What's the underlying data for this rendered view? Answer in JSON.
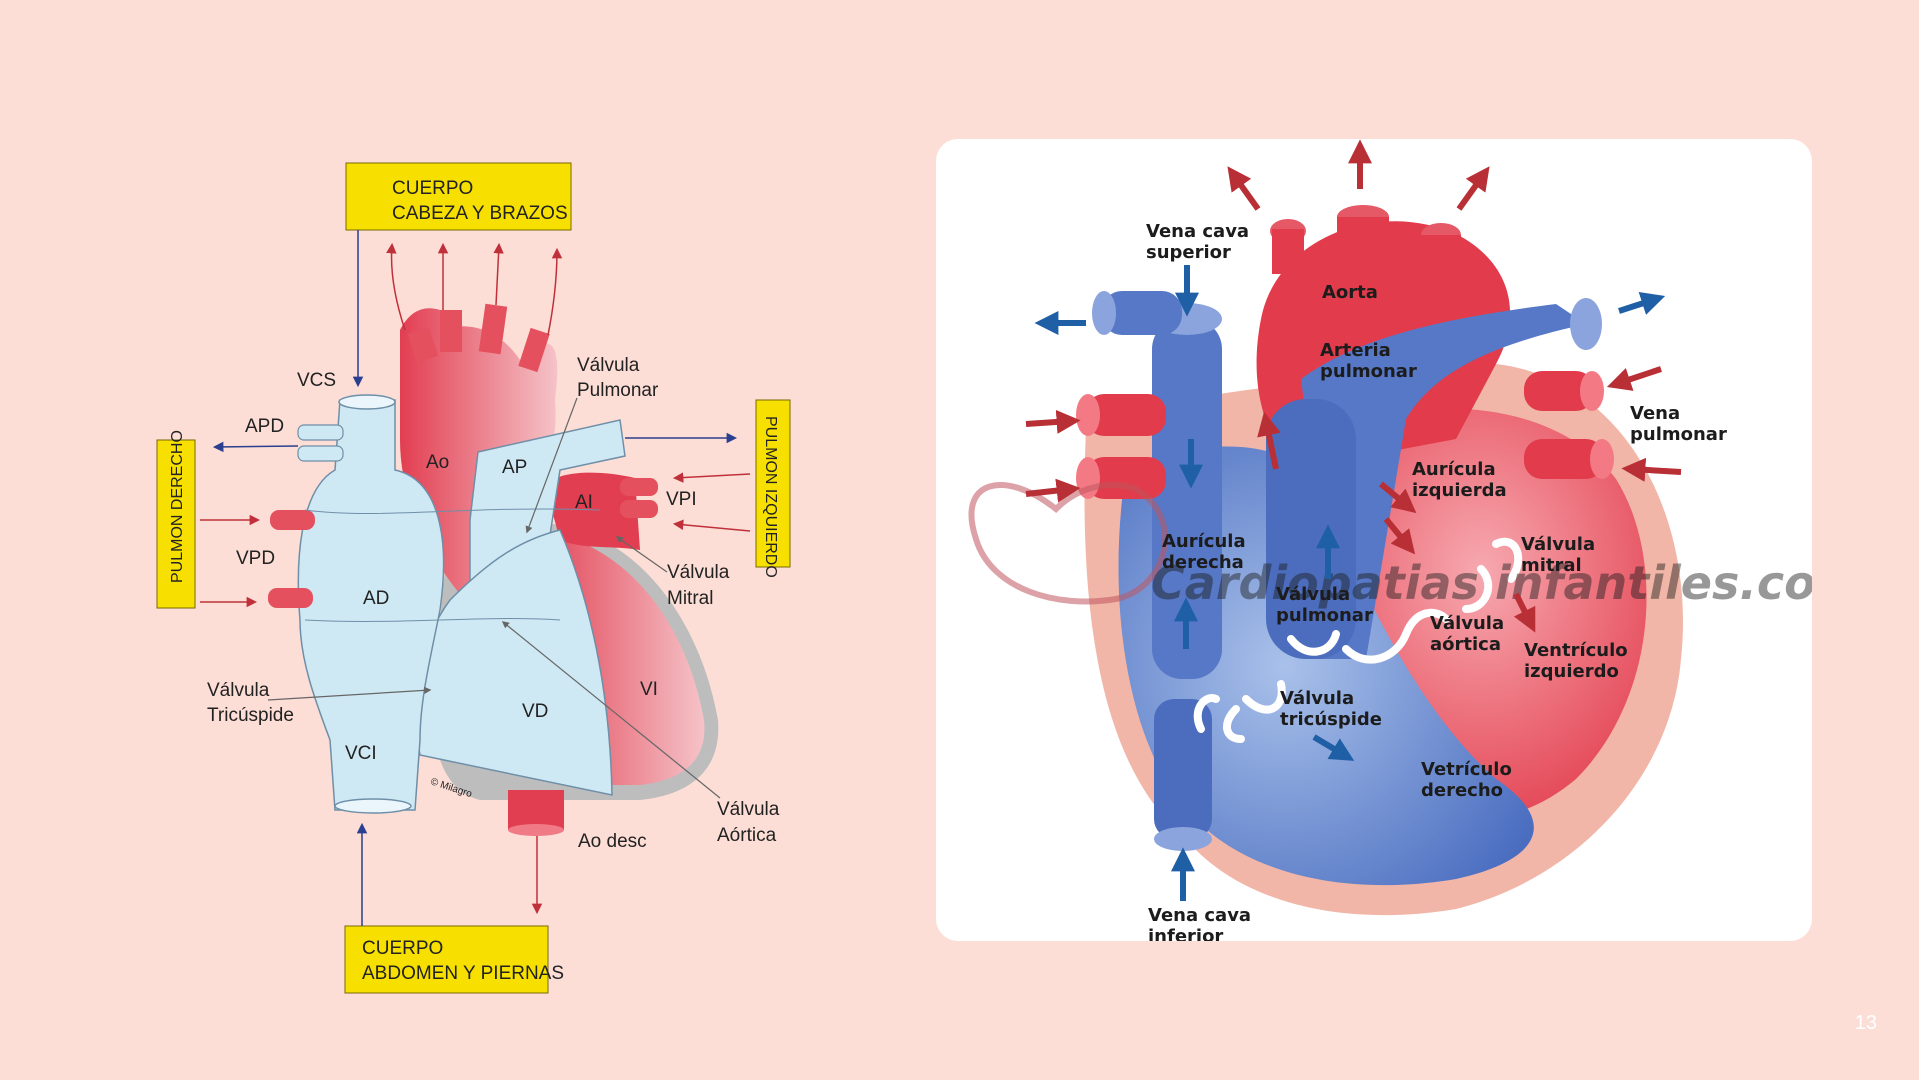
{
  "page_number": "13",
  "left_diagram": {
    "box_top": [
      "CUERPO",
      "CABEZA Y BRAZOS"
    ],
    "box_bottom": [
      "CUERPO",
      "ABDOMEN Y PIERNAS"
    ],
    "box_left": "PULMON DERECHO",
    "box_right": "PULMON IZQUIERDO",
    "vcs": "VCS",
    "apd": "APD",
    "vpd": "VPD",
    "ad": "AD",
    "ao": "Ao",
    "ap": "AP",
    "ai": "AI",
    "vpi": "VPI",
    "vd": "VD",
    "vi": "VI",
    "vci": "VCI",
    "ao_desc": "Ao desc",
    "valvula_pulmonar": [
      "Válvula",
      "Pulmonar"
    ],
    "valvula_mitral": [
      "Válvula",
      "Mitral"
    ],
    "valvula_tricuspide": [
      "Válvula",
      "Tricúspide"
    ],
    "valvula_aortica": [
      "Válvula",
      "Aórtica"
    ],
    "copyright": "© Milagro"
  },
  "right_diagram": {
    "vena_cava_superior": [
      "Vena cava",
      "superior"
    ],
    "aorta": "Aorta",
    "arteria_pulmonar": [
      "Arteria",
      "pulmonar"
    ],
    "vena_pulmonar": [
      "Vena",
      "pulmonar"
    ],
    "auricula_izquierda": [
      "Aurícula",
      "izquierda"
    ],
    "auricula_derecha": [
      "Aurícula",
      "derecha"
    ],
    "valvula_mitral": [
      "Válvula",
      "mitral"
    ],
    "valvula_pulmonar": [
      "Válvula",
      "pulmonar"
    ],
    "valvula_aortica": [
      "Válvula",
      "aórtica"
    ],
    "ventriculo_izquierdo": [
      "Ventrículo",
      "izquierdo"
    ],
    "valvula_tricuspide": [
      "Válvula",
      "tricúspide"
    ],
    "vetriculo_derecho": [
      "Vetrículo",
      "derecho"
    ],
    "vena_cava_inferior": [
      "Vena cava",
      "inferior"
    ],
    "watermark": "Cardiopatias infantiles.com.ar"
  },
  "colors": {
    "background": "#fcded6",
    "label_box": "#f7e000",
    "blood_red": "#e2424f",
    "blood_blue": "#5a7fc8",
    "light_blue": "#cfe9f4"
  }
}
